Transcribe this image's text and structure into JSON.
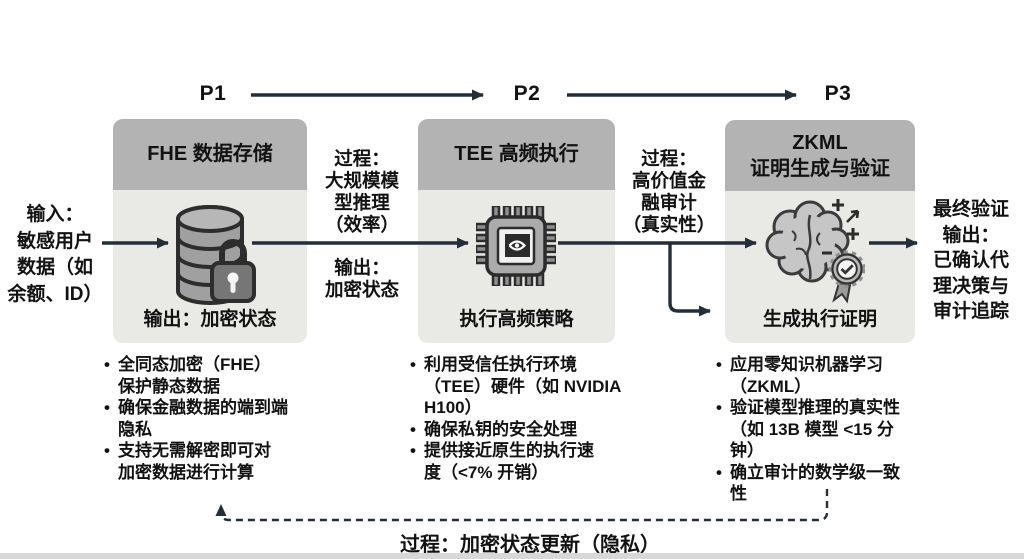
{
  "colors": {
    "arrow": "#242e39",
    "box_header_bg": "#b2b3b2",
    "box_body_bg": "#e9e9e6",
    "text": "#121212",
    "icon_gray": "#a8a8a8",
    "icon_outline": "#2d2d2d"
  },
  "timeline": {
    "p1": "P1",
    "p2": "P2",
    "p3": "P3"
  },
  "input_block": {
    "text": "输入：\n敏感用户\n数据（如\n余额、ID）"
  },
  "output_block": {
    "text": "最终验证\n输出：\n已确认代\n理决策与\n审计追踪"
  },
  "boxes": {
    "fhe": {
      "title": "FHE 数据存储",
      "footer": "输出：加密状态",
      "icon": "database-lock-icon"
    },
    "tee": {
      "title": "TEE 高频执行",
      "footer": "执行高频策略",
      "icon": "gpu-chip-icon"
    },
    "zkml": {
      "title": "ZKML\n证明生成与验证",
      "footer": "生成执行证明",
      "icon": "brain-proof-icon"
    }
  },
  "gap1": {
    "process": "过程：\n大规模模\n型推理\n（效率）",
    "output": "输出：\n加密状态"
  },
  "gap2": {
    "process": "过程：\n高价值金\n融审计\n（真实性）"
  },
  "bullets": {
    "marker": "•",
    "fhe": {
      "items": [
        "全同态加密（FHE）\n保护静态数据",
        "确保金融数据的端到端\n隐私",
        "支持无需解密即可对\n加密数据进行计算"
      ]
    },
    "tee": {
      "items": [
        "利用受信任执行环境\n（TEE）硬件（如 NVIDIA\nH100）",
        "确保私钥的安全处理",
        "提供接近原生的执行速\n度（<7% 开销）"
      ]
    },
    "zkml": {
      "items": [
        "应用零知识机器学习\n（ZKML）",
        "验证模型推理的真实性\n（如 13B 模型 <15 分\n钟）",
        "确立审计的数学级一致\n性"
      ]
    }
  },
  "feedback": {
    "label": "过程：加密状态更新（隐私）"
  }
}
